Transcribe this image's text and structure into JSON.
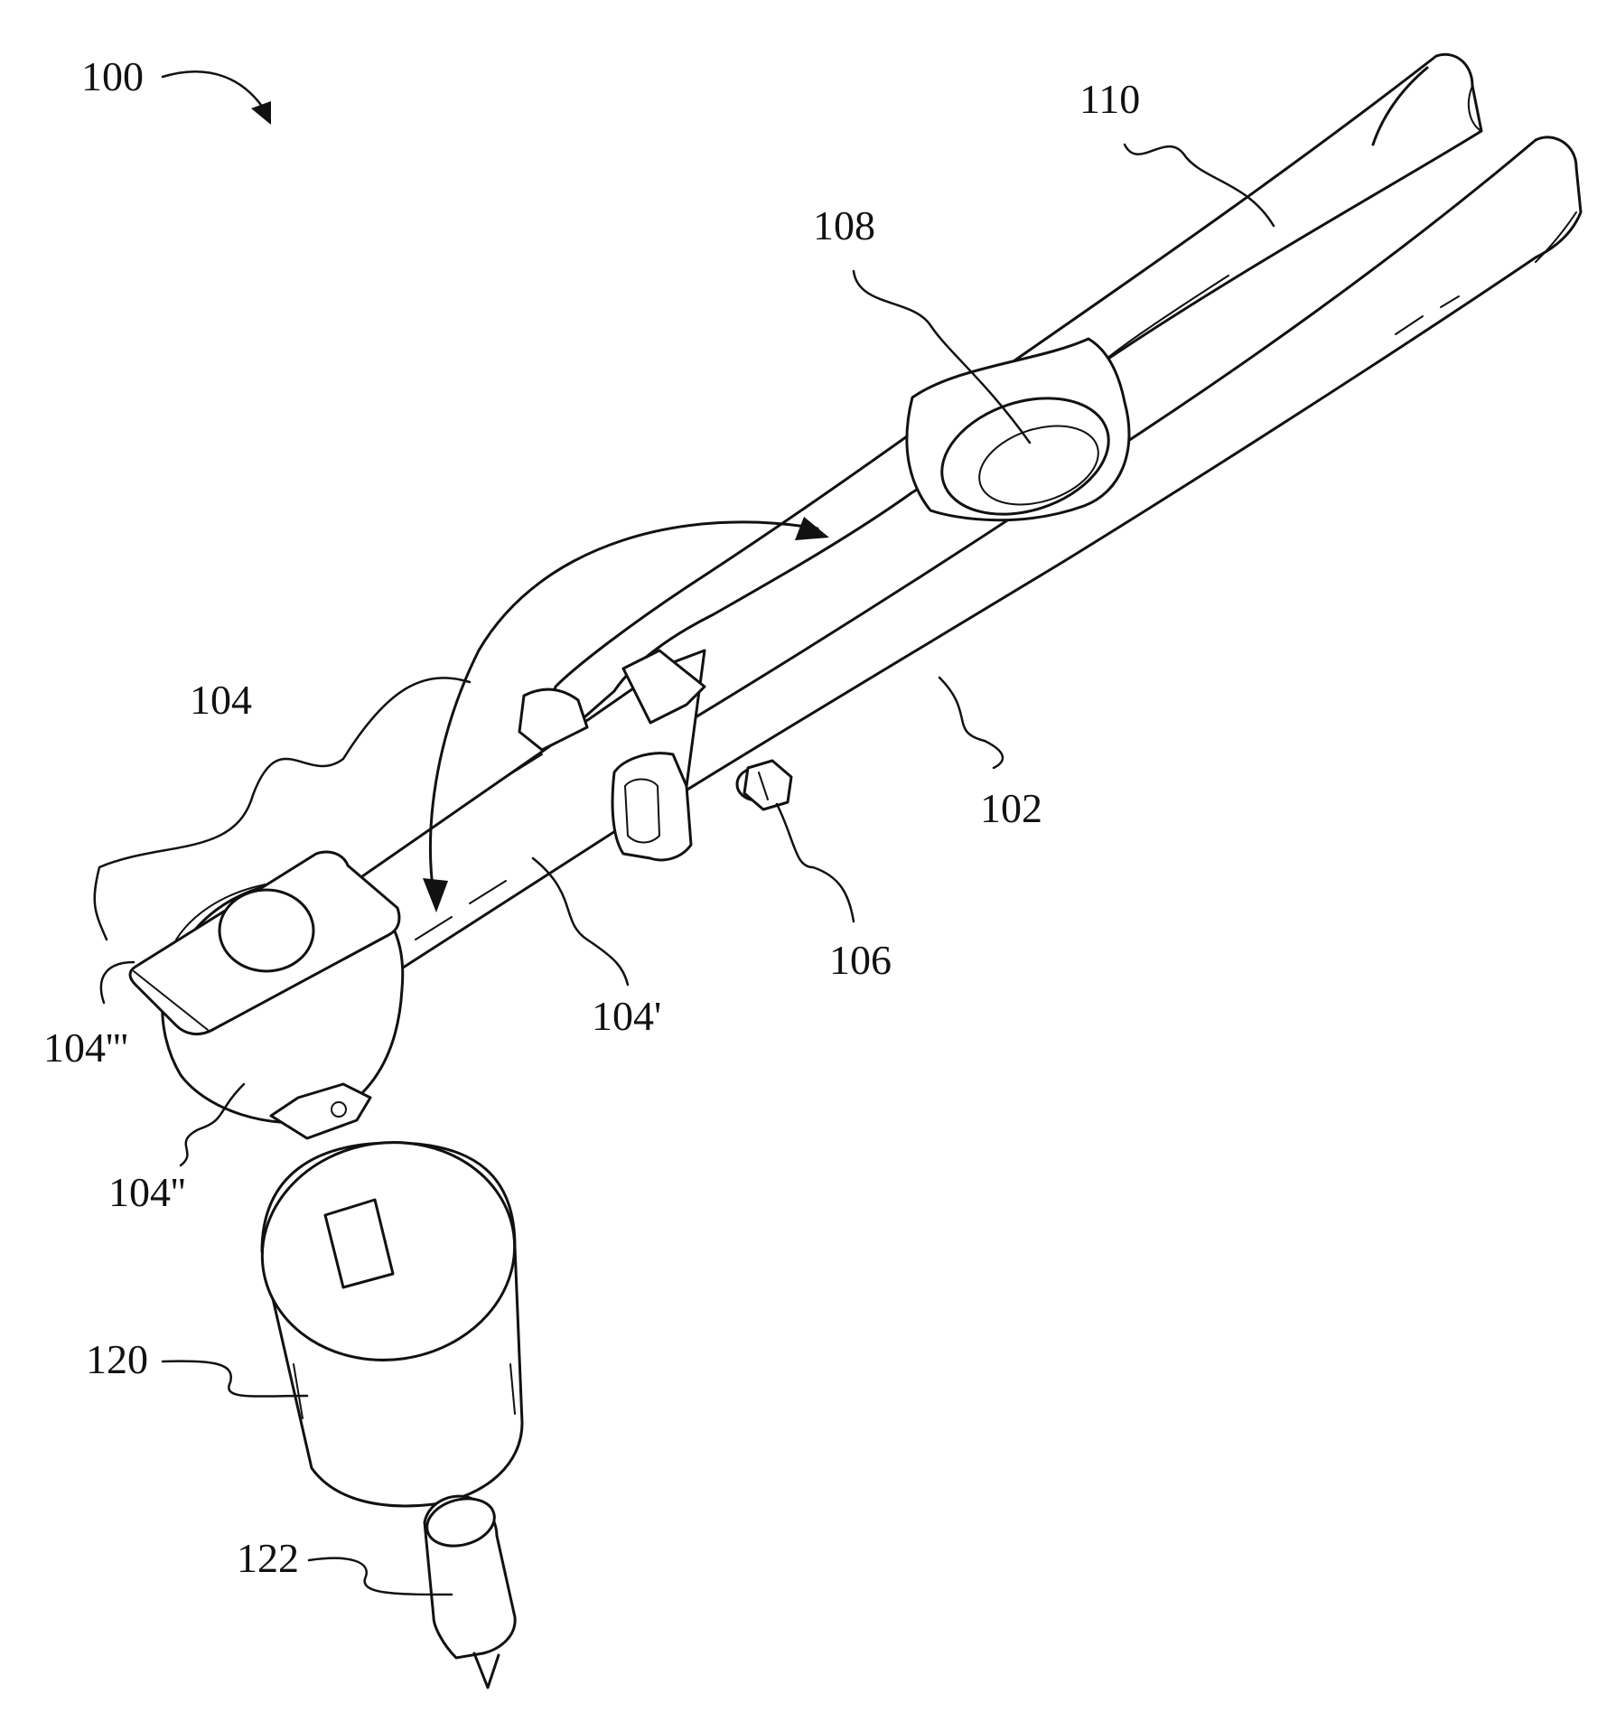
{
  "figure": {
    "labels": {
      "tool": "100",
      "handle": "102",
      "ratchet_arm": "104",
      "ratchet_arm_bar": "104'",
      "ratchet_head": "104''",
      "ratchet_plate": "104'''",
      "bolt": "106",
      "hole": "108",
      "second_handle": "110",
      "socket": "120",
      "bit": "122"
    }
  }
}
